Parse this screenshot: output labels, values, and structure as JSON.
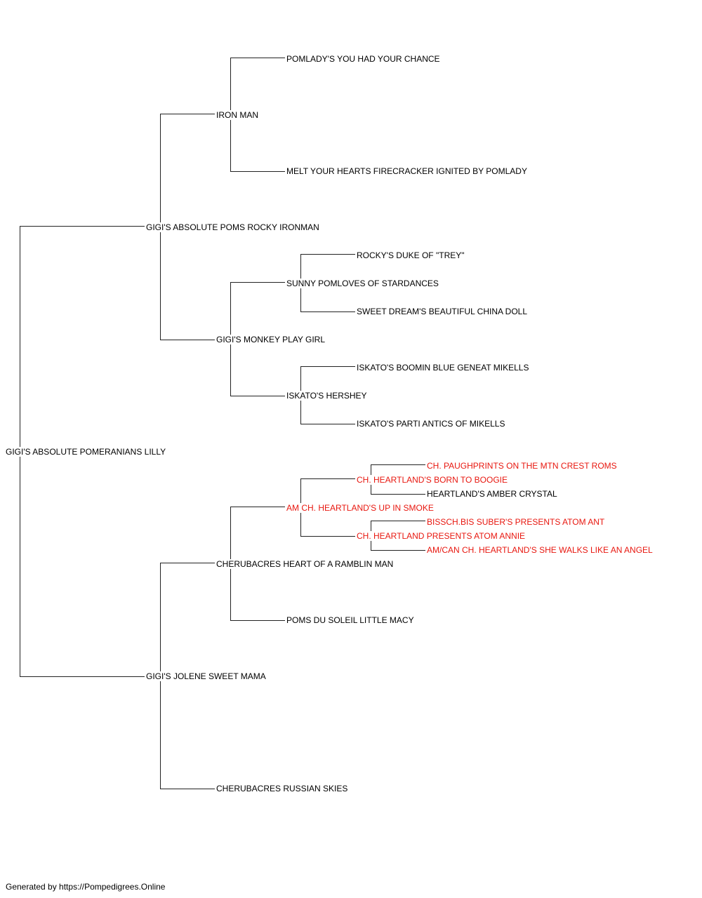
{
  "pedigree": {
    "subject": {
      "name": "GIGI'S ABSOLUTE POMERANIANS LILLY"
    },
    "sire": {
      "name": "GIGI'S ABSOLUTE POMS ROCKY IRONMAN"
    },
    "dam": {
      "name": "GIGI'S JOLENE SWEET MAMA"
    },
    "sire_sire": {
      "name": "IRON MAN"
    },
    "sire_dam": {
      "name": "GIGI'S MONKEY PLAY GIRL"
    },
    "dam_sire": {
      "name": "CHERUBACRES HEART OF A RAMBLIN MAN"
    },
    "dam_dam": {
      "name": "CHERUBACRES RUSSIAN SKIES"
    },
    "ss_sire": {
      "name": "POMLADY'S YOU HAD YOUR CHANCE"
    },
    "ss_dam": {
      "name": "MELT YOUR HEARTS FIRECRACKER IGNITED BY POMLADY"
    },
    "sd_sire": {
      "name": "SUNNY POMLOVES OF STARDANCES"
    },
    "sd_dam": {
      "name": "ISKATO'S HERSHEY"
    },
    "ds_sire": {
      "name": "AM CH. HEARTLAND'S UP IN SMOKE",
      "champion": true
    },
    "ds_dam": {
      "name": "POMS DU SOLEIL LITTLE MACY"
    },
    "sds_sire": {
      "name": "ROCKY'S DUKE OF \"TREY\""
    },
    "sds_dam": {
      "name": "SWEET DREAM'S BEAUTIFUL CHINA DOLL"
    },
    "sdd_sire": {
      "name": "ISKATO'S BOOMIN BLUE GENEAT MIKELLS"
    },
    "sdd_dam": {
      "name": "ISKATO'S PARTI ANTICS OF MIKELLS"
    },
    "dss_sire": {
      "name": "CH. HEARTLAND'S BORN TO BOOGIE",
      "champion": true
    },
    "dss_dam": {
      "name": "CH. HEARTLAND PRESENTS ATOM ANNIE",
      "champion": true
    },
    "dsss_sire": {
      "name": "CH. PAUGHPRINTS ON THE MTN CREST ROMS",
      "champion": true
    },
    "dsss_dam": {
      "name": "HEARTLAND'S AMBER CRYSTAL"
    },
    "dssd_sire": {
      "name": "BISSCH.BIS SUBER'S PRESENTS ATOM ANT",
      "champion": true
    },
    "dssd_dam": {
      "name": "AM/CAN CH. HEARTLAND'S SHE WALKS LIKE AN ANGEL",
      "champion": true
    }
  },
  "colors": {
    "champion": "#e8170f",
    "line": "#222222",
    "text": "#000000"
  },
  "footer": "Generated by https://Pompedigrees.Online"
}
